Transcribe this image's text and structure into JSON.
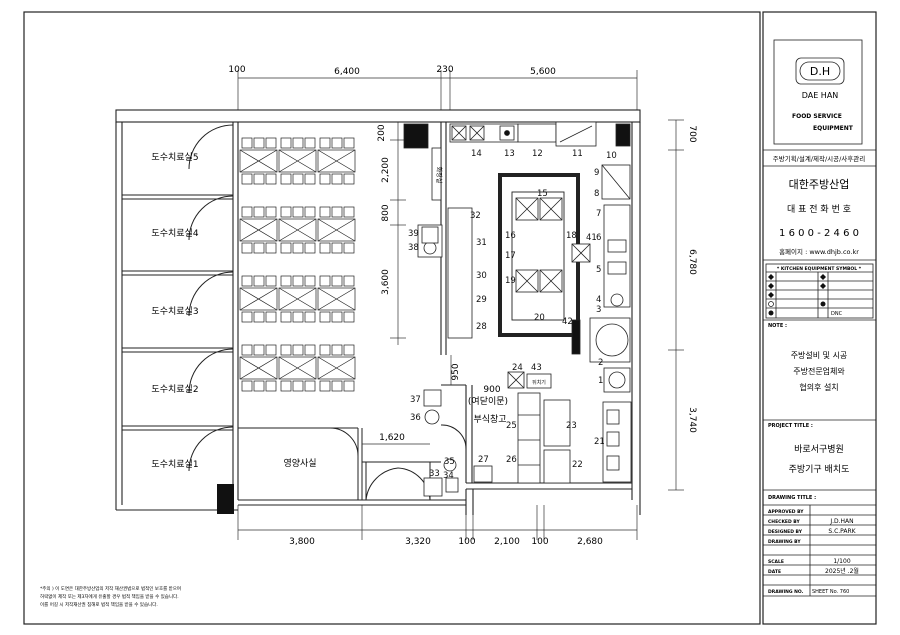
{
  "dimensions": {
    "top": [
      "100",
      "6,400",
      "230",
      "5,600"
    ],
    "bottom": [
      "3,800",
      "3,320",
      "100",
      "2,100",
      "100",
      "2,680"
    ],
    "left": [
      "200",
      "2,200",
      "800",
      "3,600",
      "950"
    ],
    "right": [
      "700",
      "6,780",
      "3,740"
    ],
    "door_width": "1,620",
    "corridor": "900"
  },
  "rooms": {
    "treatment": [
      "도수치료실5",
      "도수치료실4",
      "도수치료실3",
      "도수치료실2",
      "도수치료실1"
    ],
    "nutrition_office": "영양사실",
    "storage_top": "(여닫이문)",
    "storage_bottom": "부식창고",
    "small_box_label": "뒤치기"
  },
  "equipment_numbers": [
    "1",
    "2",
    "3",
    "4",
    "5",
    "6",
    "7",
    "8",
    "9",
    "10",
    "11",
    "12",
    "13",
    "14",
    "15",
    "16",
    "17",
    "18",
    "19",
    "20",
    "21",
    "22",
    "23",
    "24",
    "25",
    "26",
    "27",
    "28",
    "29",
    "30",
    "31",
    "32",
    "33",
    "34",
    "35",
    "36",
    "37",
    "38",
    "39",
    "41",
    "42",
    "43"
  ],
  "title_block": {
    "logo_mark": "D.H",
    "logo_name": "DAE HAN",
    "service_line1": "FOOD SERVICE",
    "service_line2": "EQUIPMENT",
    "services": "주방기획/설계/제작/시공/사후관리",
    "company": "대한주방산업",
    "rep_phone_label": "대 표 전 화 번 호",
    "phone": "1 6 0 0 - 2 4 6 0",
    "homepage": "홈페이지 : www.dhjb.co.kr",
    "symbol_header": "* KITCHEN EQUIPMENT SYMBOL *",
    "symbol_dnc": "DNC",
    "note_label": "NOTE :",
    "note_lines": [
      "주방설비 및 시공",
      "주방전문업체와",
      "협의후 설치"
    ],
    "project_label": "PROJECT TITLE :",
    "project_lines": [
      "바로서구병원",
      "주방기구 배치도"
    ],
    "drawing_title_label": "DRAWING TITLE :",
    "rows": [
      {
        "label": "APPROVED BY",
        "value": ""
      },
      {
        "label": "CHECKED BY",
        "value": "J.D.HAN"
      },
      {
        "label": "DESIGNED BY",
        "value": "S.C.PARK"
      },
      {
        "label": "DRAWING BY",
        "value": ""
      },
      {
        "label": "SCALE",
        "value": "1/100"
      },
      {
        "label": "DATE",
        "value": "2025년 .2월"
      }
    ],
    "drawing_no_label": "DRAWING NO.",
    "sheet_no": "SHEET No. 760"
  },
  "footer_note": [
    "*주의 ) 이 도면은 대한주방산업의 저작 재산권법으로 법적인 보호를 받으며",
    "허락없이 제작 또는 제3자에게 유출할 경우 법적 책임을 받을 수 있습니다.",
    "이를 어길 시 저작재산권 침해로 법적 책임을 받을 수 있습니다."
  ]
}
